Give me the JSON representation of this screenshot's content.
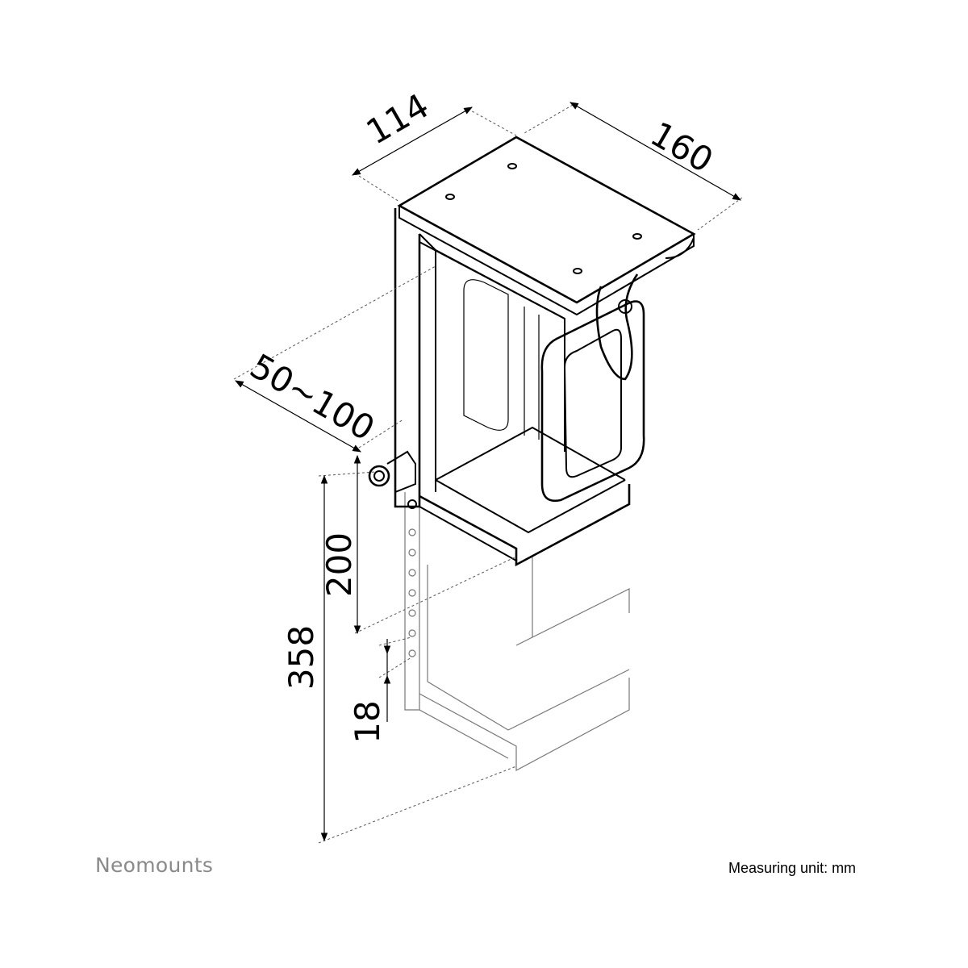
{
  "dimensions": {
    "depth": "114",
    "width": "160",
    "adjust": "50~100",
    "height_step": "200",
    "height_total": "358",
    "hole_pitch": "18"
  },
  "footer": {
    "brand": "Neomounts",
    "unit_note": "Measuring unit: mm"
  }
}
